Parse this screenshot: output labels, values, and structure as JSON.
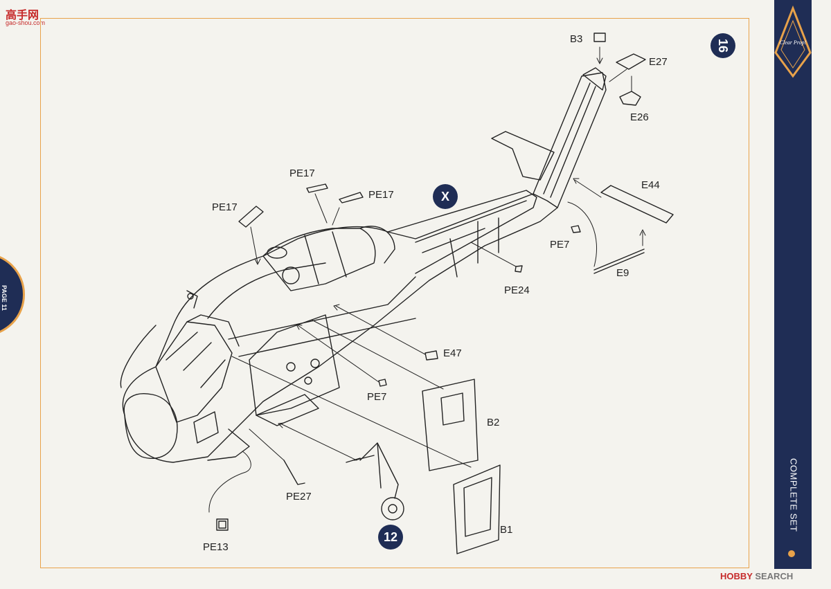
{
  "step_number": "16",
  "subassembly_marker": "X",
  "reference_step": "12",
  "parts": {
    "b3": "B3",
    "e27": "E27",
    "e26": "E26",
    "e44": "E44",
    "pe7_tail": "PE7",
    "e9": "E9",
    "pe24": "PE24",
    "pe17_left": "PE17",
    "pe17_top": "PE17",
    "pe17_right": "PE17",
    "e47": "E47",
    "pe7_door": "PE7",
    "b2": "B2",
    "b1": "B1",
    "pe27": "PE27",
    "pe13": "PE13"
  },
  "sidebar": {
    "label": "COMPLETE SET",
    "logo_text": "Clear Prop!"
  },
  "page_tab": "PAGE 11",
  "watermarks": {
    "top_logo": "高手网",
    "top_url": "gao-shou.com",
    "bottom_brand_a": "HOBBY",
    "bottom_brand_b": " SEARCH"
  },
  "colors": {
    "accent": "#e8a24a",
    "navy": "#1f2d55",
    "line": "#222222",
    "paper": "#f4f3ee"
  }
}
